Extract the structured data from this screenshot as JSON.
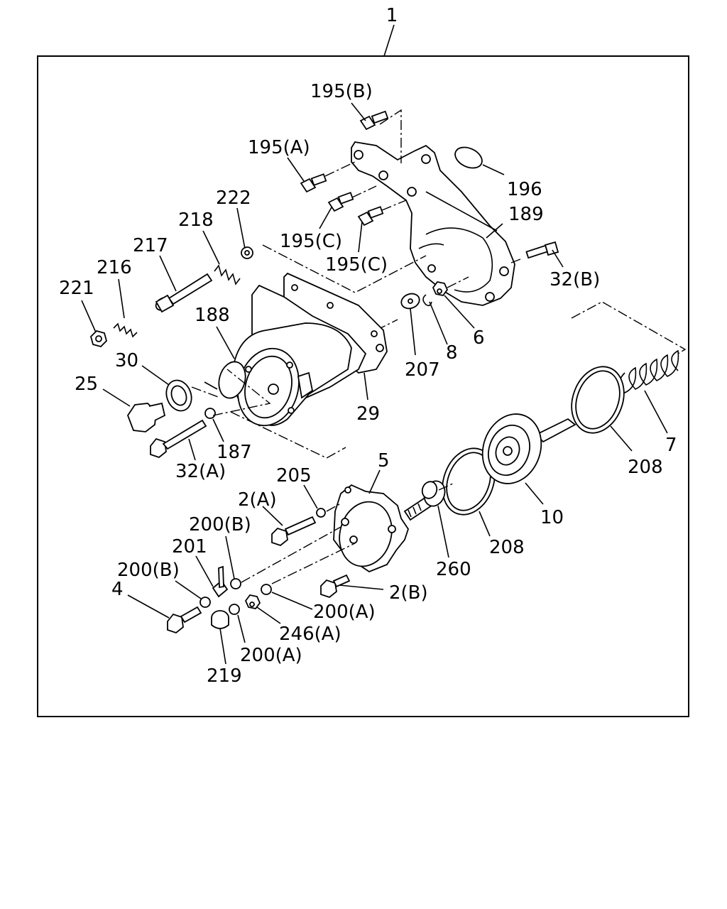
{
  "assembly_number": "1",
  "callouts": [
    {
      "id": "c195B",
      "text": "195(B)"
    },
    {
      "id": "c195A",
      "text": "195(A)"
    },
    {
      "id": "c196",
      "text": "196"
    },
    {
      "id": "c189",
      "text": "189"
    },
    {
      "id": "c195C1",
      "text": "195(C)"
    },
    {
      "id": "c195C2",
      "text": "195(C)"
    },
    {
      "id": "c222",
      "text": "222"
    },
    {
      "id": "c218",
      "text": "218"
    },
    {
      "id": "c217",
      "text": "217"
    },
    {
      "id": "c216",
      "text": "216"
    },
    {
      "id": "c221",
      "text": "221"
    },
    {
      "id": "c32B",
      "text": "32(B)"
    },
    {
      "id": "c188",
      "text": "188"
    },
    {
      "id": "c30",
      "text": "30"
    },
    {
      "id": "c25",
      "text": "25"
    },
    {
      "id": "c6",
      "text": "6"
    },
    {
      "id": "c8",
      "text": "8"
    },
    {
      "id": "c207",
      "text": "207"
    },
    {
      "id": "c29",
      "text": "29"
    },
    {
      "id": "c187",
      "text": "187"
    },
    {
      "id": "c32A",
      "text": "32(A)"
    },
    {
      "id": "c7",
      "text": "7"
    },
    {
      "id": "c208a",
      "text": "208"
    },
    {
      "id": "c5",
      "text": "5"
    },
    {
      "id": "c205",
      "text": "205"
    },
    {
      "id": "c2A",
      "text": "2(A)"
    },
    {
      "id": "c200B1",
      "text": "200(B)"
    },
    {
      "id": "c201",
      "text": "201"
    },
    {
      "id": "c200B2",
      "text": "200(B)"
    },
    {
      "id": "c4",
      "text": "4"
    },
    {
      "id": "c10",
      "text": "10"
    },
    {
      "id": "c208b",
      "text": "208"
    },
    {
      "id": "c260",
      "text": "260"
    },
    {
      "id": "c2B",
      "text": "2(B)"
    },
    {
      "id": "c200A1",
      "text": "200(A)"
    },
    {
      "id": "c246A",
      "text": "246(A)"
    },
    {
      "id": "c200A2",
      "text": "200(A)"
    },
    {
      "id": "c219",
      "text": "219"
    }
  ]
}
